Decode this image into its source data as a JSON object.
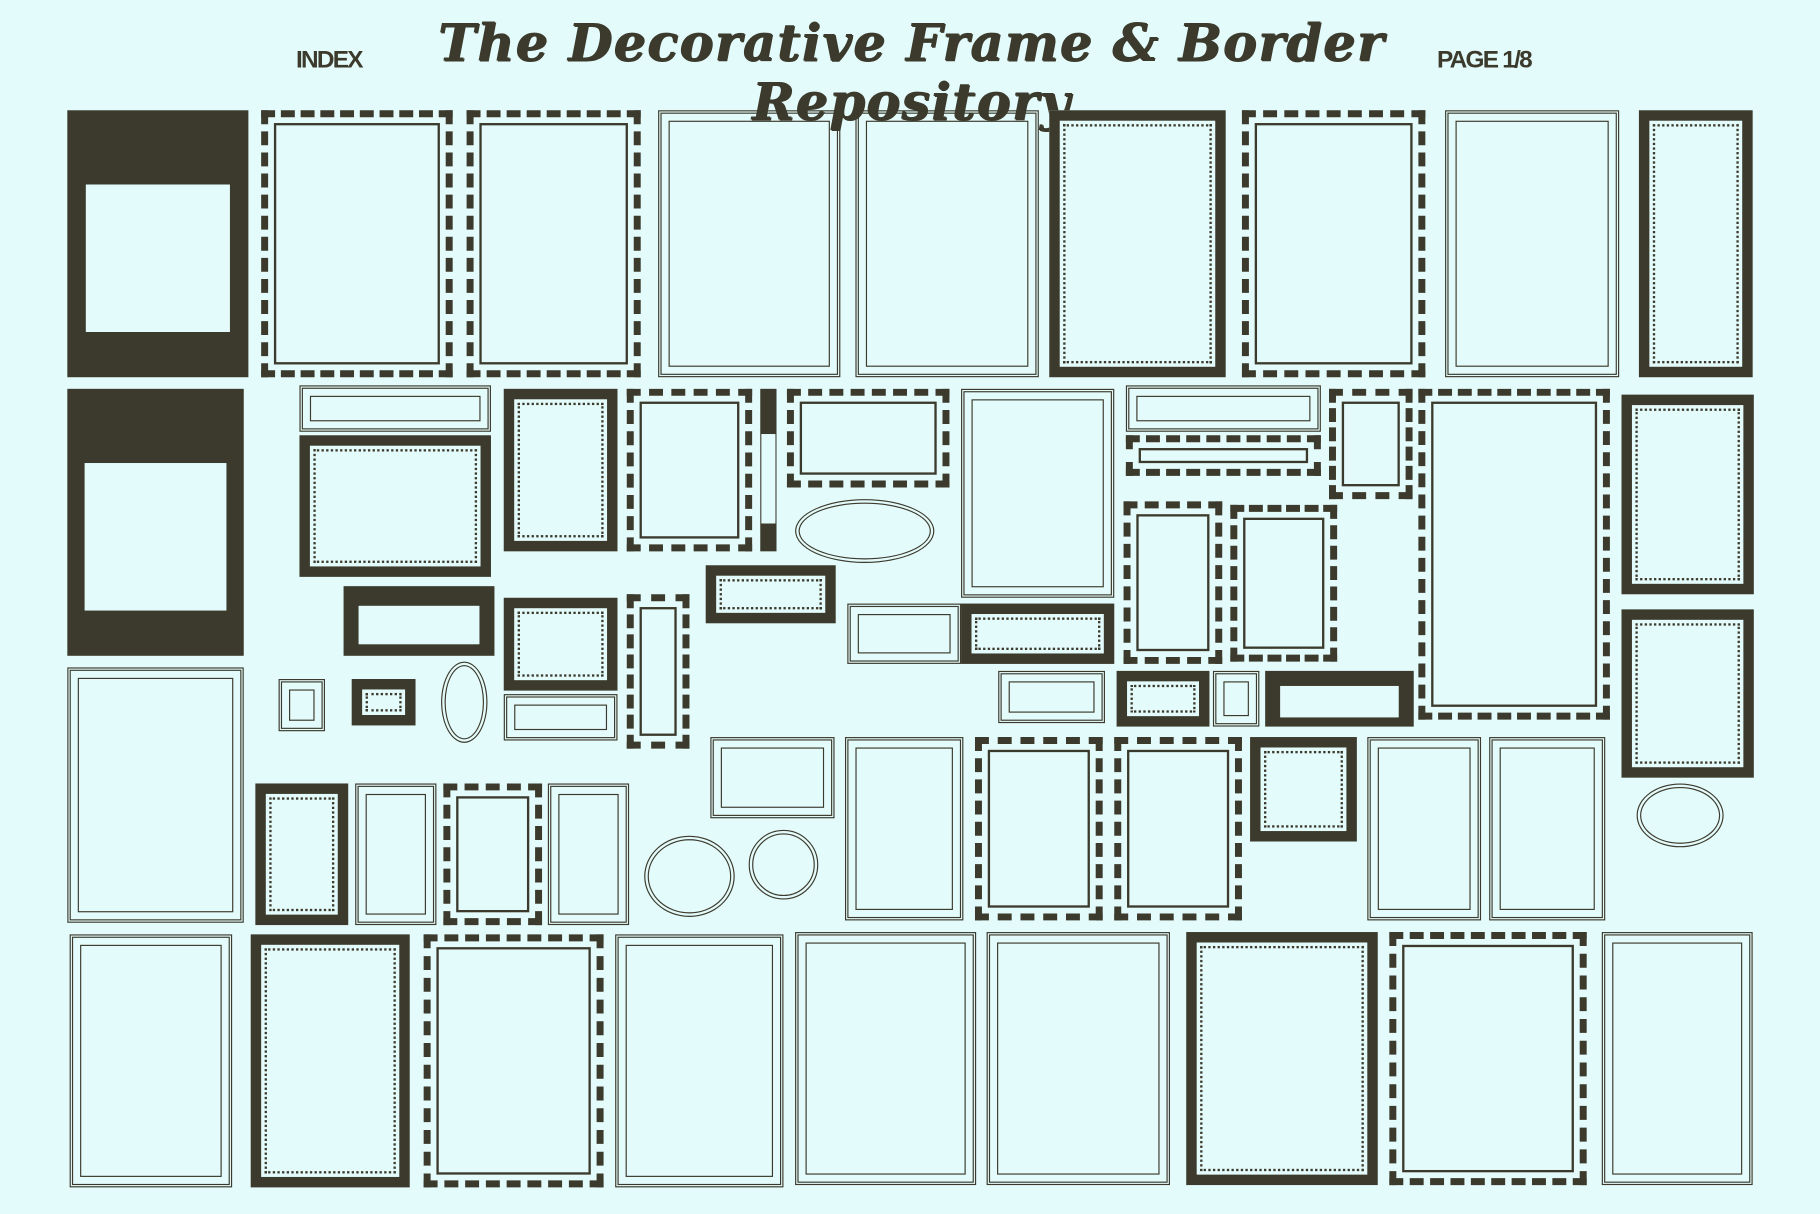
{
  "header": {
    "index_label": "INDEX",
    "title": "The Decorative Frame & Border Repository",
    "page_label": "PAGE 1/8"
  },
  "colors": {
    "background": "#e4fbfb",
    "ink": "#3b3a2c"
  }
}
